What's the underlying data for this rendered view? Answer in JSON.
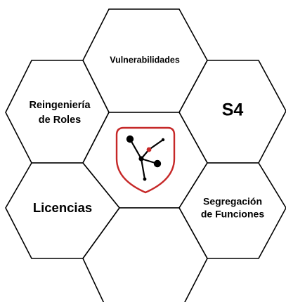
{
  "hexagons": [
    {
      "id": "vulnerabilidades",
      "label": "Vulnerabilidades"
    },
    {
      "id": "reingenieria",
      "label_line1": "Reingeniería",
      "label_line2": "de Roles"
    },
    {
      "id": "s4",
      "label": "S4"
    },
    {
      "id": "center",
      "icon": "network-shield-icon"
    },
    {
      "id": "licencias",
      "label": "Licencias"
    },
    {
      "id": "segregacion",
      "label_line1": "Segregación",
      "label_line2": "de Funciones"
    }
  ],
  "colors": {
    "stroke": "#000000",
    "background": "#ffffff",
    "accent": "#c62828",
    "node": "#000000"
  }
}
